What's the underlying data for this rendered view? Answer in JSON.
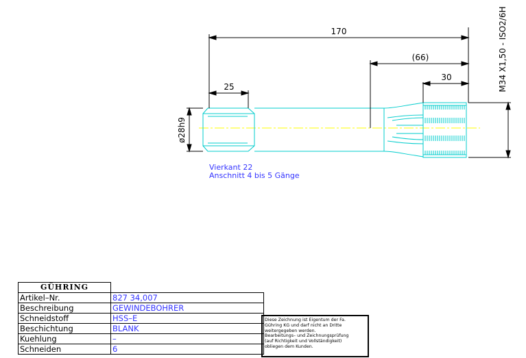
{
  "dimensions": {
    "overall_length": "170",
    "shank_reference": "(66)",
    "square_length": "25",
    "thread_length": "30",
    "diameter": "ø28h9",
    "thread_spec": "M34 X1,50 - ISO2/6H"
  },
  "notes": {
    "line1": "Vierkant 22",
    "line2": "Anschnitt 4 bis 5 Gänge"
  },
  "title_block": {
    "logo": "GÜHRING",
    "rows": [
      {
        "label": "Artikel–Nr.",
        "value": "827 34,007"
      },
      {
        "label": "Beschreibung",
        "value": "GEWINDEBOHRER"
      },
      {
        "label": "Schneidstoff",
        "value": "HSS–E"
      },
      {
        "label": "Beschichtung",
        "value": "BLANK"
      },
      {
        "label": "Kuehlung",
        "value": "–"
      },
      {
        "label": "Schneiden",
        "value": "6"
      }
    ]
  },
  "notice": {
    "l1": "Diese Zeichnung ist Eigentum der Fa.",
    "l2": "Gühring KG und darf nicht an Dritte",
    "l3": "weitergegeben werden.",
    "l4": "Bearbeitungs– und Zeichnungsprüfung",
    "l5": "(auf Richtigkeit und Vollständigkeit)",
    "l6": "obliegen dem Kunden."
  },
  "colors": {
    "outline": "#00cccc",
    "centerline": "#ffff00",
    "notes": "#3333ff",
    "dimension": "#000000"
  }
}
